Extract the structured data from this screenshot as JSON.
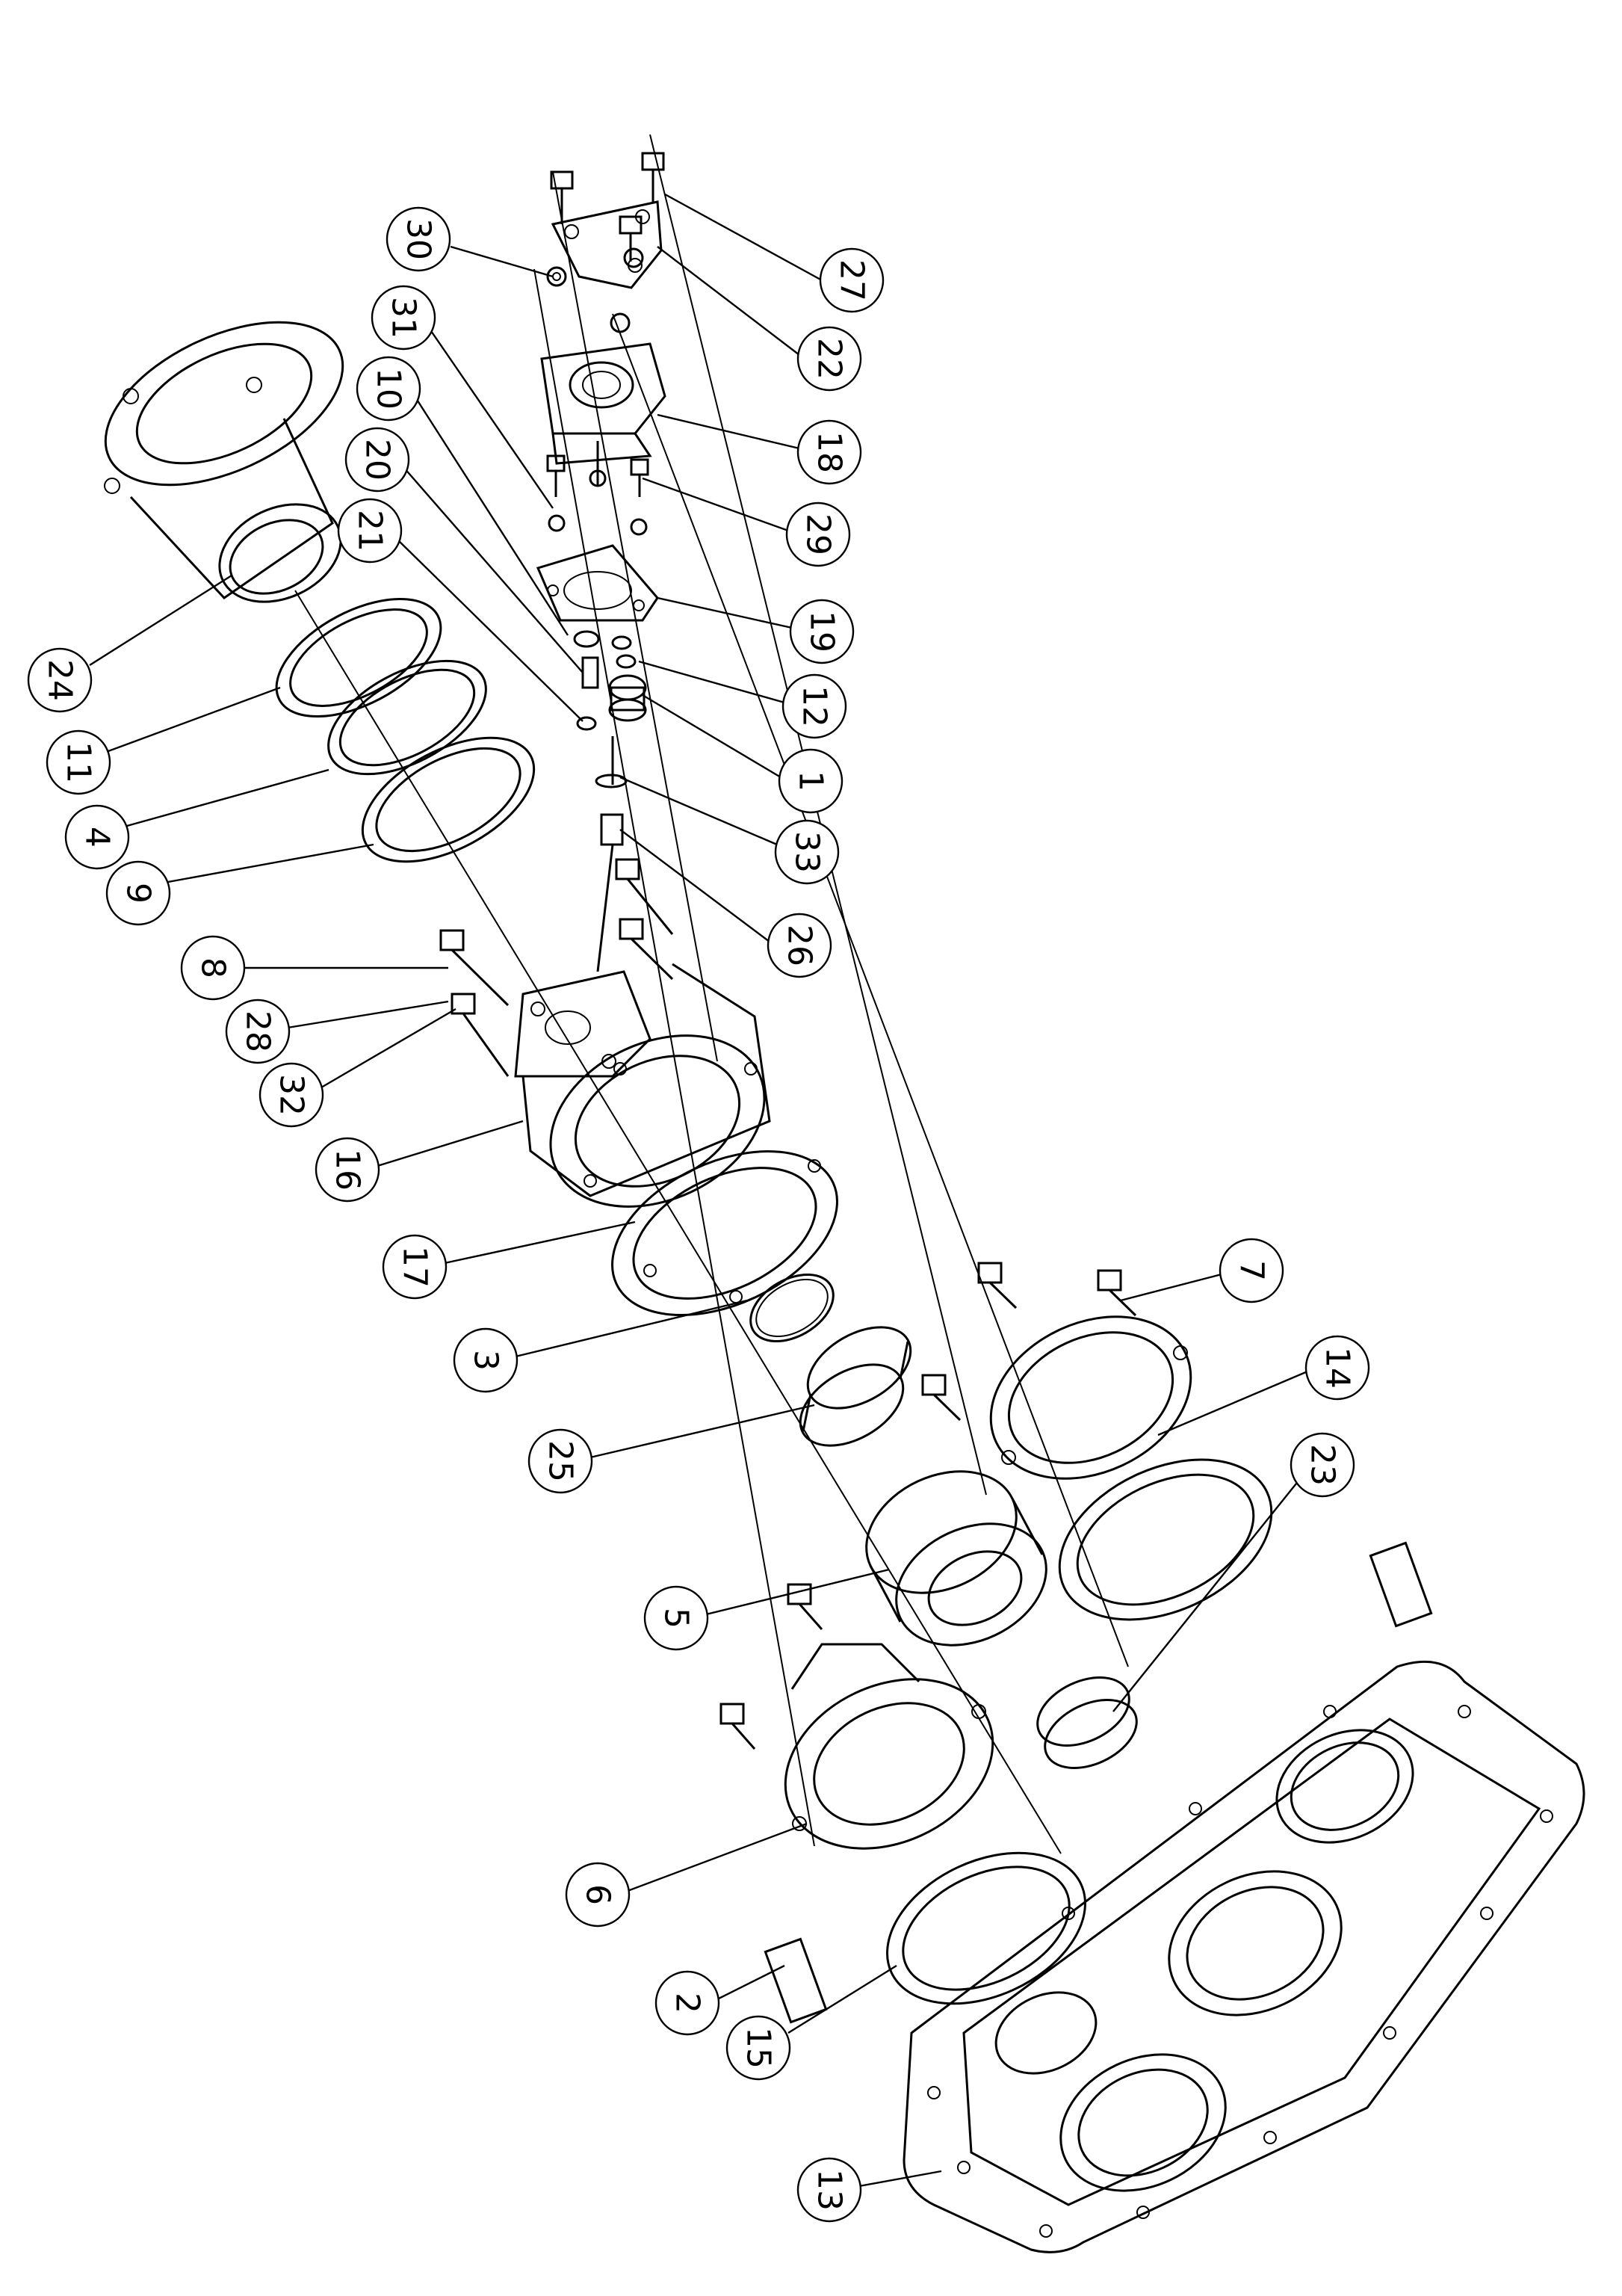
{
  "callouts": [
    {
      "id": "c30",
      "label": "30"
    },
    {
      "id": "c31",
      "label": "31"
    },
    {
      "id": "c10",
      "label": "10"
    },
    {
      "id": "c20",
      "label": "20"
    },
    {
      "id": "c21",
      "label": "21"
    },
    {
      "id": "c27",
      "label": "27"
    },
    {
      "id": "c22",
      "label": "22"
    },
    {
      "id": "c18",
      "label": "18"
    },
    {
      "id": "c29",
      "label": "29"
    },
    {
      "id": "c19",
      "label": "19"
    },
    {
      "id": "c12",
      "label": "12"
    },
    {
      "id": "c1",
      "label": "1"
    },
    {
      "id": "c33",
      "label": "33"
    },
    {
      "id": "c26",
      "label": "26"
    },
    {
      "id": "c24",
      "label": "24"
    },
    {
      "id": "c11",
      "label": "11"
    },
    {
      "id": "c4",
      "label": "4"
    },
    {
      "id": "c9",
      "label": "9"
    },
    {
      "id": "c8",
      "label": "8"
    },
    {
      "id": "c28",
      "label": "28"
    },
    {
      "id": "c32",
      "label": "32"
    },
    {
      "id": "c16",
      "label": "16"
    },
    {
      "id": "c17",
      "label": "17"
    },
    {
      "id": "c3",
      "label": "3"
    },
    {
      "id": "c25",
      "label": "25"
    },
    {
      "id": "c7",
      "label": "7"
    },
    {
      "id": "c14",
      "label": "14"
    },
    {
      "id": "c23",
      "label": "23"
    },
    {
      "id": "c5",
      "label": "5"
    },
    {
      "id": "c6",
      "label": "6"
    },
    {
      "id": "c2",
      "label": "2"
    },
    {
      "id": "c15",
      "label": "15"
    },
    {
      "id": "c13",
      "label": "13"
    }
  ]
}
